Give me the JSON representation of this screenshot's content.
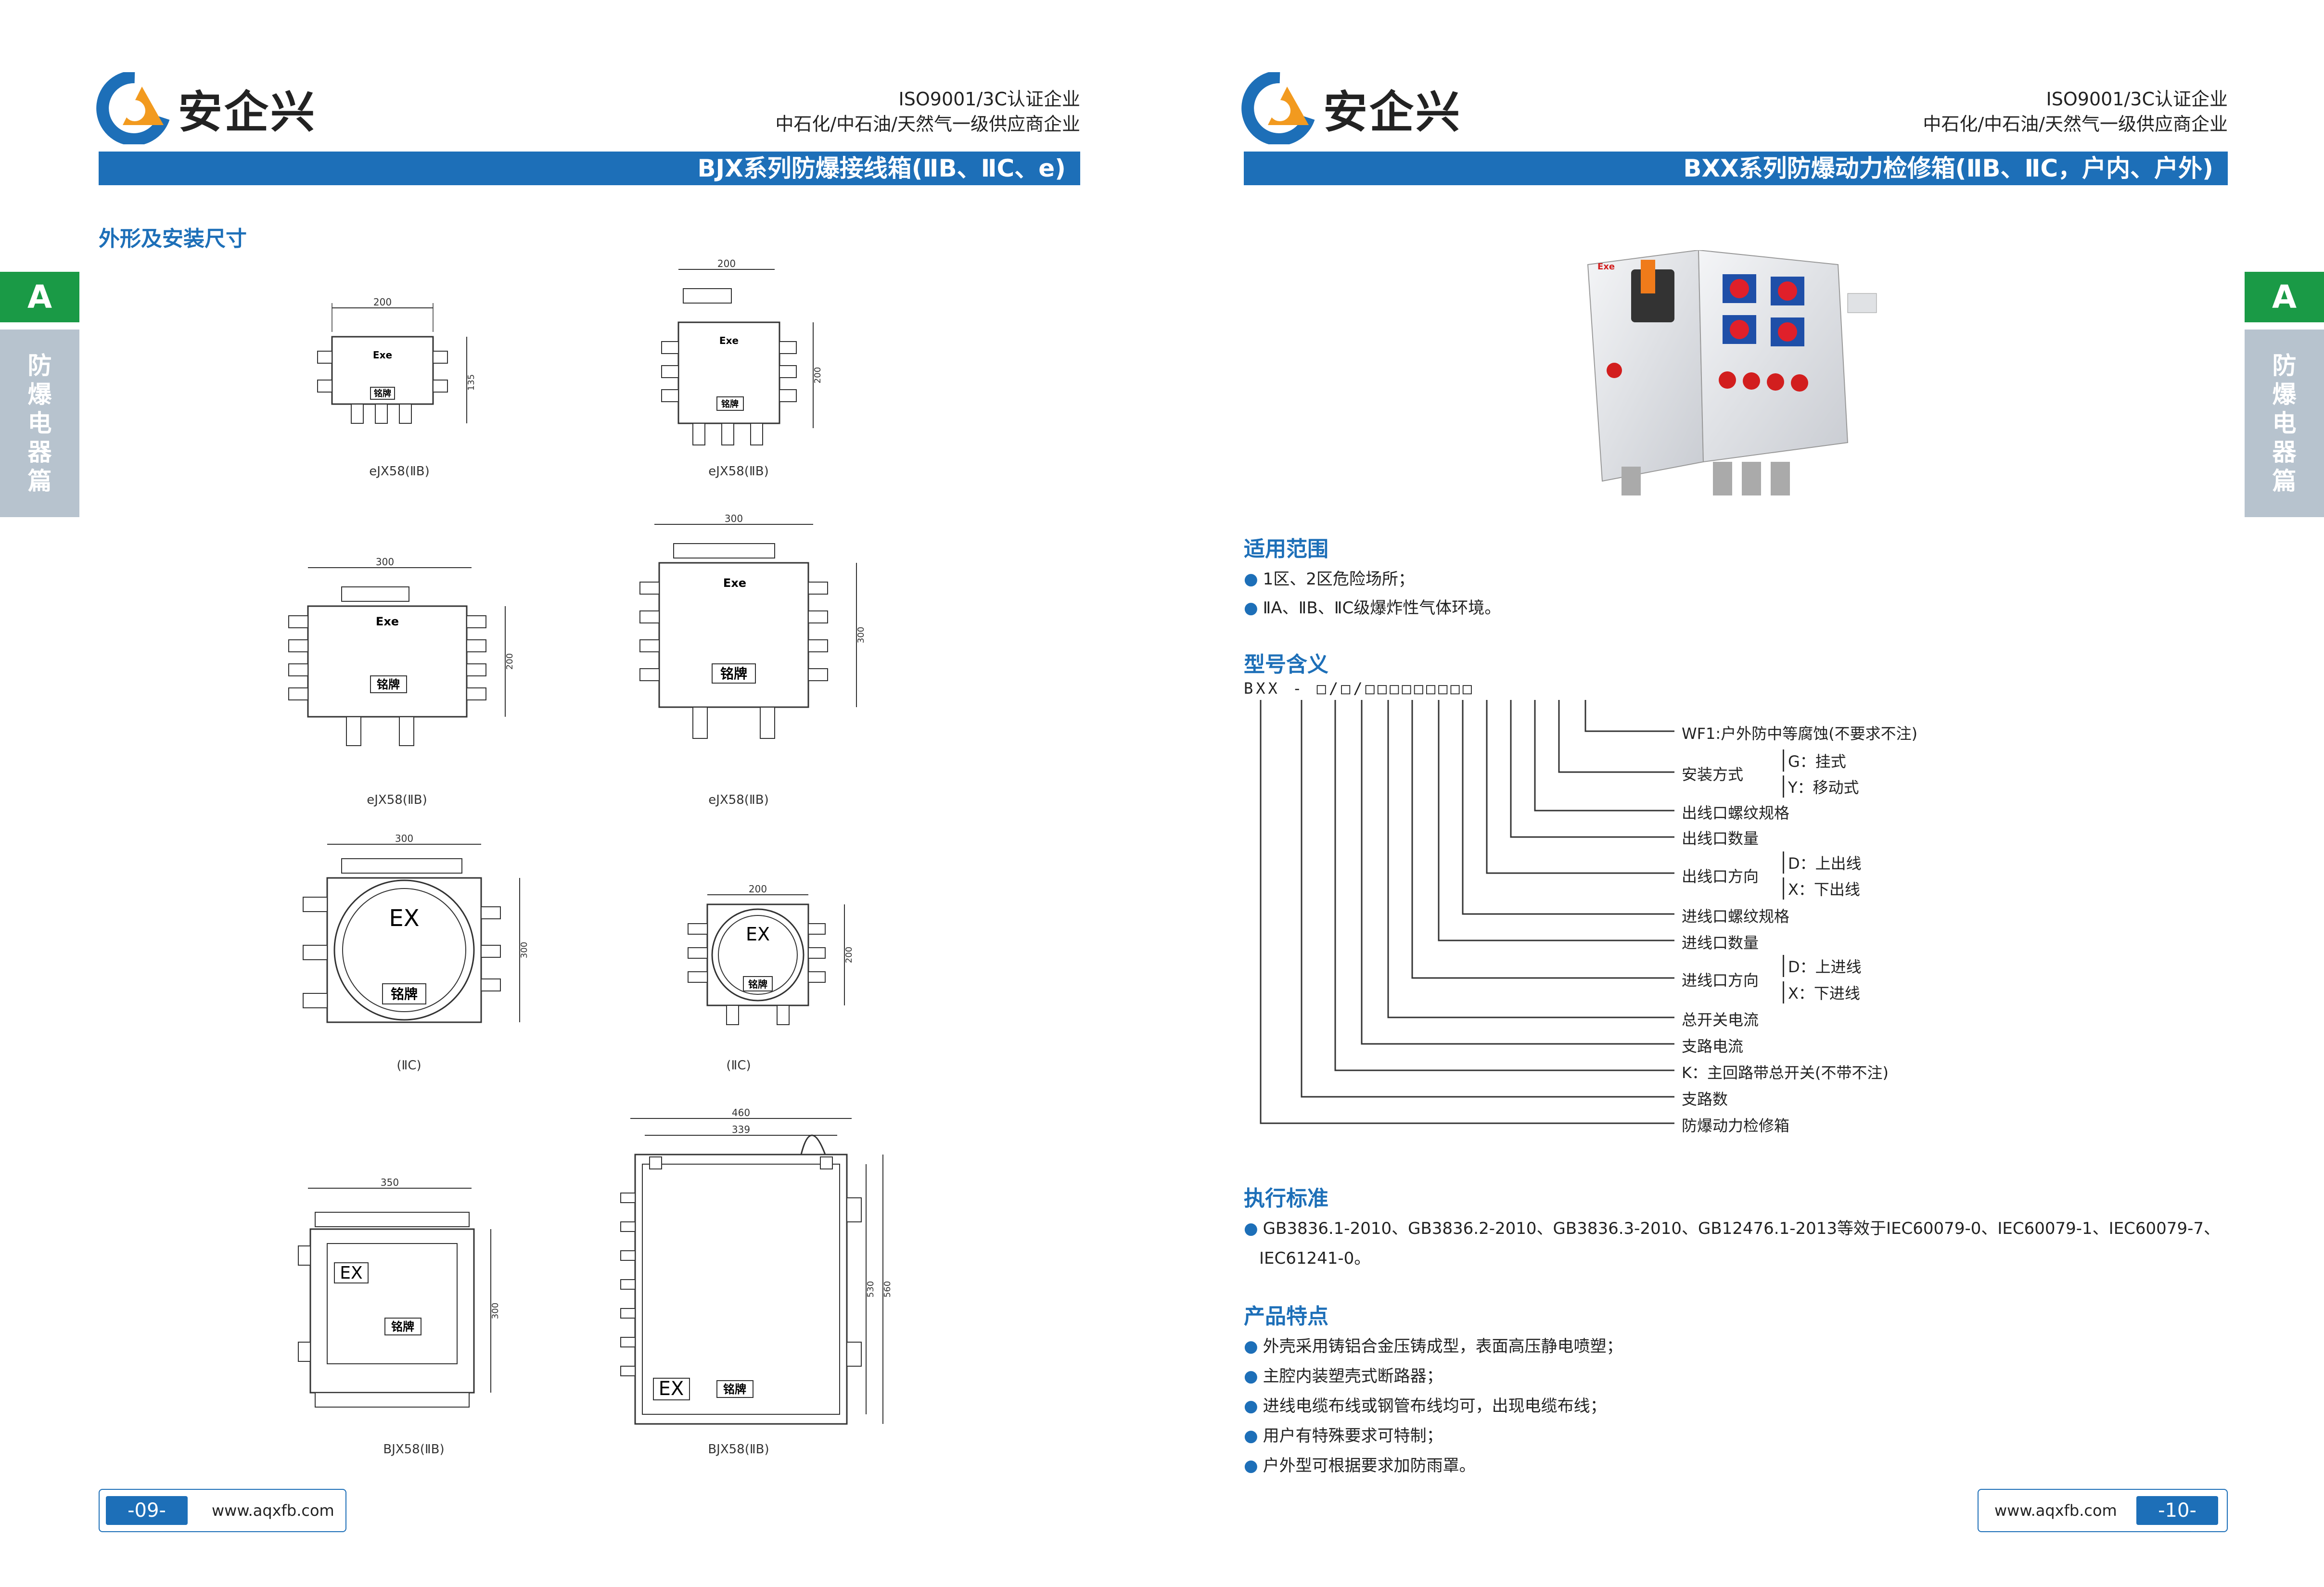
{
  "brand": {
    "name": "安企兴",
    "cert_line1": "ISO9001/3C认证企业",
    "cert_line2_parts": [
      "中石化",
      "中石油",
      "天然气一级供应商企业"
    ]
  },
  "left": {
    "title": "BJX系列防爆接线箱(ⅡB、ⅡC、e)",
    "section": "外形及安装尺寸",
    "drawings": [
      {
        "dim_w": "200",
        "dim_h": "135",
        "caption": "eJX58(ⅡB)",
        "label1": "Exe",
        "label2": "铭牌"
      },
      {
        "dim_w": "200",
        "dim_h": "200",
        "caption": "eJX58(ⅡB)",
        "label1": "Exe",
        "label2": "铭牌"
      },
      {
        "dim_w": "300",
        "dim_h": "200",
        "caption": "eJX58(ⅡB)",
        "label1": "Exe",
        "label2": "铭牌"
      },
      {
        "dim_w": "300",
        "dim_h": "300",
        "caption": "eJX58(ⅡB)",
        "label1": "Exe",
        "label2": "铭牌"
      },
      {
        "dim_w": "300",
        "dim_h": "300",
        "caption": "(ⅡC)",
        "label1": "EX",
        "label2": "铭牌"
      },
      {
        "dim_w": "200",
        "dim_h": "200",
        "caption": "(ⅡC)",
        "label1": "EX",
        "label2": "铭牌"
      },
      {
        "dim_w": "350",
        "dim_h": "300",
        "caption": "BJX58(ⅡB)",
        "label1": "EX",
        "label2": "铭牌"
      },
      {
        "dim_w": "460",
        "dim_w2": "339",
        "dim_h": "530",
        "dim_h2": "560",
        "caption": "BJX58(ⅡB)",
        "label1": "EX",
        "label2": "铭牌"
      }
    ],
    "page_num": "-09-",
    "url": "www.aqxfb.com"
  },
  "right": {
    "title": "BXX系列防爆动力检修箱(ⅡB、ⅡC，户内、户外)",
    "scope_title": "适用范围",
    "scope": [
      "1区、2区危险场所；",
      "ⅡA、ⅡB、ⅡC级爆炸性气体环境。"
    ],
    "model_title": "型号含义",
    "model_code": "BXX - □/□/□□□□□□□□□",
    "model_items": [
      {
        "text": "WF1:户外防中等腐蚀(不要求不注)"
      },
      {
        "text": "安装方式",
        "opts": [
          "G：挂式",
          "Y：移动式"
        ]
      },
      {
        "text": "出线口螺纹规格"
      },
      {
        "text": "出线口数量"
      },
      {
        "text": "出线口方向",
        "opts": [
          "D：上出线",
          "X：下出线"
        ]
      },
      {
        "text": "进线口螺纹规格"
      },
      {
        "text": "进线口数量"
      },
      {
        "text": "进线口方向",
        "opts": [
          "D：上进线",
          "X：下进线"
        ]
      },
      {
        "text": "总开关电流"
      },
      {
        "text": "支路电流"
      },
      {
        "text": "K：主回路带总开关(不带不注)"
      },
      {
        "text": "支路数"
      },
      {
        "text": "防爆动力检修箱"
      }
    ],
    "std_title": "执行标准",
    "std_line1": "GB3836.1-2010、GB3836.2-2010、GB3836.3-2010、GB12476.1-2013等效于IEC60079-0、IEC60079-1、IEC60079-7、",
    "std_line2": "IEC61241-0。",
    "feat_title": "产品特点",
    "features": [
      "外壳采用铸铝合金压铸成型，表面高压静电喷塑；",
      "主腔内装塑壳式断路器；",
      "进线电缆布线或钢管布线均可，出现电缆布线；",
      "用户有特殊要求可特制；",
      "户外型可根据要求加防雨罩。"
    ],
    "photo_label": "Exe",
    "page_num": "-10-",
    "url": "www.aqxfb.com"
  },
  "side_tab": {
    "letter": "A",
    "chars": [
      "防",
      "爆",
      "电",
      "器",
      "篇"
    ]
  },
  "colors": {
    "accent": "#1d6fb8",
    "tab_green": "#1a9a46",
    "tab_gray": "#b7c3ce",
    "logo_orange": "#f29a1f"
  }
}
